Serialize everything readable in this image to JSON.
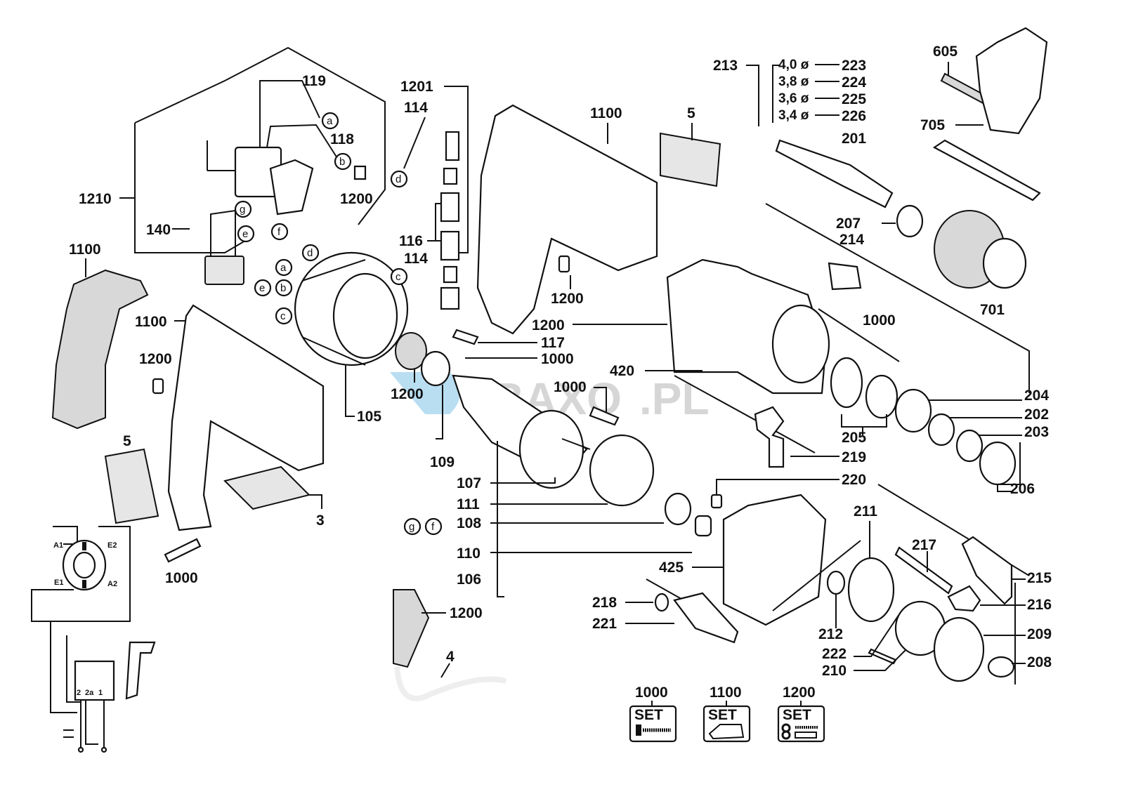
{
  "diagram": {
    "type": "exploded-parts-diagram",
    "subject": "electric drill",
    "watermark": {
      "text": ".PL",
      "brand": "BAXO",
      "color": "#5aaed6"
    },
    "labels": {
      "l1210": "1210",
      "l119": "119",
      "l118": "118",
      "l1200a": "1200",
      "l140": "140",
      "l1100a": "1100",
      "l1100b": "1100",
      "l1200b": "1200",
      "l5a": "5",
      "l1000a": "1000",
      "l3": "3",
      "l105": "105",
      "l1200c": "1200",
      "l109": "109",
      "l1201": "1201",
      "l114a": "114",
      "l116": "116",
      "l114b": "114",
      "l117": "117",
      "l1000b": "1000",
      "l1100c": "1100",
      "l5b": "5",
      "l1200d": "1200",
      "l1200e": "1200",
      "l420": "420",
      "l1000c": "1000",
      "l1000d": "1000",
      "l107": "107",
      "l111": "111",
      "l108": "108",
      "l110": "110",
      "l106": "106",
      "l425": "425",
      "l1200f": "1200",
      "l4": "4",
      "l218": "218",
      "l221": "221",
      "l213": "213",
      "l223": "223",
      "l224": "224",
      "l225": "225",
      "l226": "226",
      "l201": "201",
      "l207": "207",
      "l214": "214",
      "l605": "605",
      "l705": "705",
      "l701": "701",
      "l204": "204",
      "l202": "202",
      "l203": "203",
      "l206": "206",
      "l205": "205",
      "l219": "219",
      "l220": "220",
      "l211": "211",
      "l217": "217",
      "l215": "215",
      "l216": "216",
      "l209": "209",
      "l208": "208",
      "l212": "212",
      "l222": "222",
      "l210": "210"
    },
    "diameters": [
      "4,0 ø",
      "3,8 ø",
      "3,6 ø",
      "3,4 ø"
    ],
    "connectors": {
      "a": "a",
      "b": "b",
      "c": "c",
      "d": "d",
      "e": "e",
      "f": "f",
      "g": "g"
    },
    "wiring": {
      "a1": "A1",
      "a2": "A2",
      "e1": "E1",
      "e2": "E2",
      "t1": "1",
      "t2": "2",
      "t2a": "2a"
    },
    "sets": [
      {
        "number": "1000",
        "label": "SET",
        "icon": "screw-set-icon"
      },
      {
        "number": "1100",
        "label": "SET",
        "icon": "housing-set-icon"
      },
      {
        "number": "1200",
        "label": "SET",
        "icon": "small-parts-set-icon"
      }
    ]
  }
}
